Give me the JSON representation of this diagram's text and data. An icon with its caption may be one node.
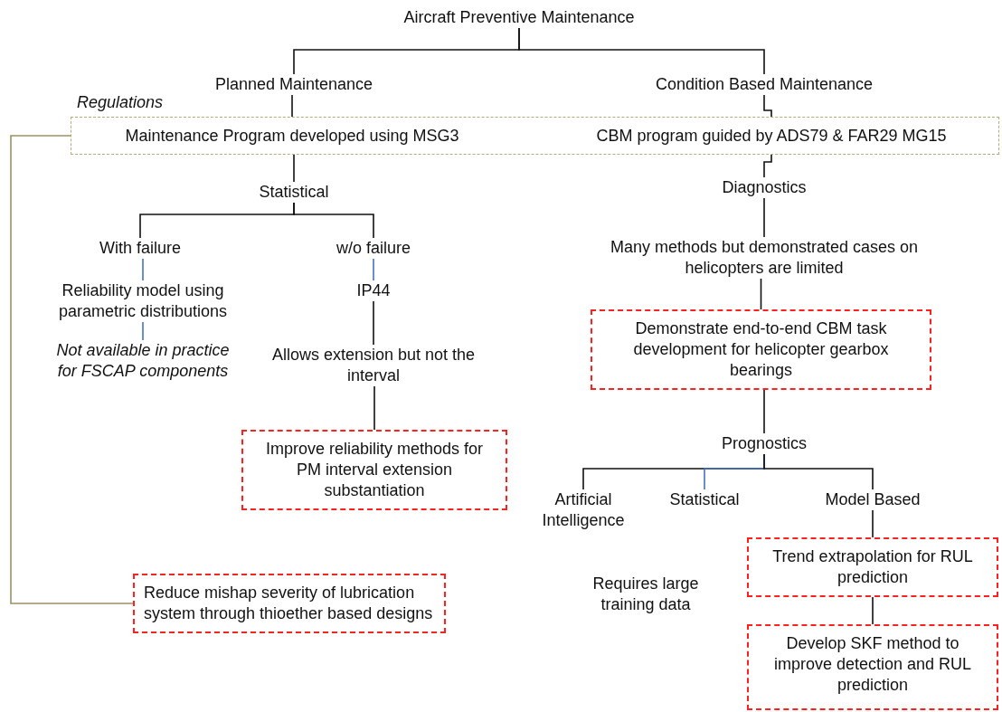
{
  "diagram": {
    "nodes": [
      {
        "text": [
          "Aircraft Preventive Maintenance"
        ]
      },
      {
        "text": [
          "Planned Maintenance"
        ]
      },
      {
        "text": [
          "Condition Based Maintenance"
        ]
      },
      {
        "text": [
          "Regulations"
        ]
      },
      {
        "text": [
          "Maintenance Program  developed using MSG3"
        ],
        "in": 3
      },
      {
        "text": [
          "CBM program guided by ADS79 & FAR29 MG15"
        ],
        "in": 3
      },
      {
        "text": [
          "Statistical"
        ]
      },
      {
        "text": [
          "With failure"
        ]
      },
      {
        "text": [
          "w/o failure"
        ]
      },
      {
        "text": [
          "Reliability model using parametric distributions"
        ]
      },
      {
        "text": [
          "IP44"
        ]
      },
      {
        "text": [
          "Not available in practice for FSCAP components"
        ]
      },
      {
        "text": [
          "Allows extension but not the interval"
        ]
      },
      {
        "text": [
          "Improve reliability methods for PM interval extension substantiation"
        ]
      },
      {
        "text": [
          "Diagnostics"
        ]
      },
      {
        "text": [
          "Many methods but demonstrated cases on helicopters are limited"
        ]
      },
      {
        "text": [
          "Demonstrate  end-to-end CBM task development for helicopter gearbox bearings"
        ]
      },
      {
        "text": [
          "Prognostics"
        ]
      },
      {
        "text": [
          "Artificial Intelligence"
        ]
      },
      {
        "text": [
          "Statistical"
        ]
      },
      {
        "text": [
          "Model Based"
        ]
      },
      {
        "text": [
          "Trend extrapolation for RUL prediction"
        ]
      },
      {
        "text": [
          "Develop SKF method to improve detection and RUL prediction"
        ]
      },
      {
        "text": [
          "Reduce mishap severity of lubrication system through thioether based designs"
        ]
      }
    ],
    "edges": [
      {
        "from": 0,
        "to": 1,
        "arrow": "none"
      },
      {
        "from": 0,
        "to": 2,
        "arrow": "none"
      },
      {
        "from": 1,
        "to": 4,
        "arrow": "none"
      },
      {
        "from": 4,
        "to": 6,
        "arrow": "none"
      },
      {
        "from": 2,
        "to": 5,
        "arrow": "none"
      },
      {
        "from": 5,
        "to": 14,
        "arrow": "none"
      },
      {
        "from": 6,
        "to": 7,
        "arrow": "none"
      },
      {
        "from": 6,
        "to": 8,
        "arrow": "none"
      },
      {
        "from": 7,
        "to": 9,
        "arrow": "none",
        "color": "#4472c4"
      },
      {
        "from": 9,
        "to": 11,
        "arrow": "none",
        "color": "#4472c4"
      },
      {
        "from": 8,
        "to": 10,
        "arrow": "none",
        "color": "#4472c4"
      },
      {
        "from": 10,
        "to": 12,
        "arrow": "none"
      },
      {
        "from": 12,
        "to": 13,
        "arrow": "none"
      },
      {
        "from": 14,
        "to": 15,
        "arrow": "none"
      },
      {
        "from": 15,
        "to": 16,
        "arrow": "none"
      },
      {
        "from": 16,
        "to": 17,
        "arrow": "none"
      },
      {
        "from": 17,
        "to": 18,
        "arrow": "none"
      },
      {
        "from": 17,
        "to": 19,
        "arrow": "none",
        "color": "#4472c4"
      },
      {
        "from": 17,
        "to": 20,
        "arrow": "none"
      },
      {
        "from": 20,
        "to": 21,
        "arrow": "none"
      },
      {
        "from": 21,
        "to": 22,
        "arrow": "none"
      },
      {
        "from": 3,
        "to": 23,
        "arrow": "none",
        "color": "#9c9262"
      }
    ],
    "labels": [
      "Requires large training data"
    ]
  }
}
